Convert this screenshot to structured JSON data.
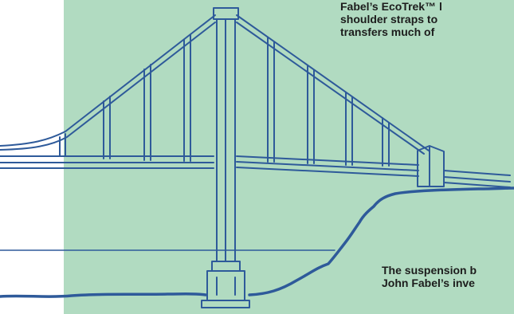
{
  "colors": {
    "panel_green": "#b1dbc1",
    "line_blue": "#2e5a9a",
    "text_dark": "#1c1c1c",
    "background": "#ffffff"
  },
  "captions": {
    "top": {
      "line1": "Fabel’s EcoTrek™ l",
      "line2": "shoulder straps to",
      "line3": "transfers much of"
    },
    "bottom": {
      "line1": "The suspension b",
      "line2": "John Fabel’s inve"
    }
  },
  "icons": [
    "suspension-bridge-illustration"
  ]
}
